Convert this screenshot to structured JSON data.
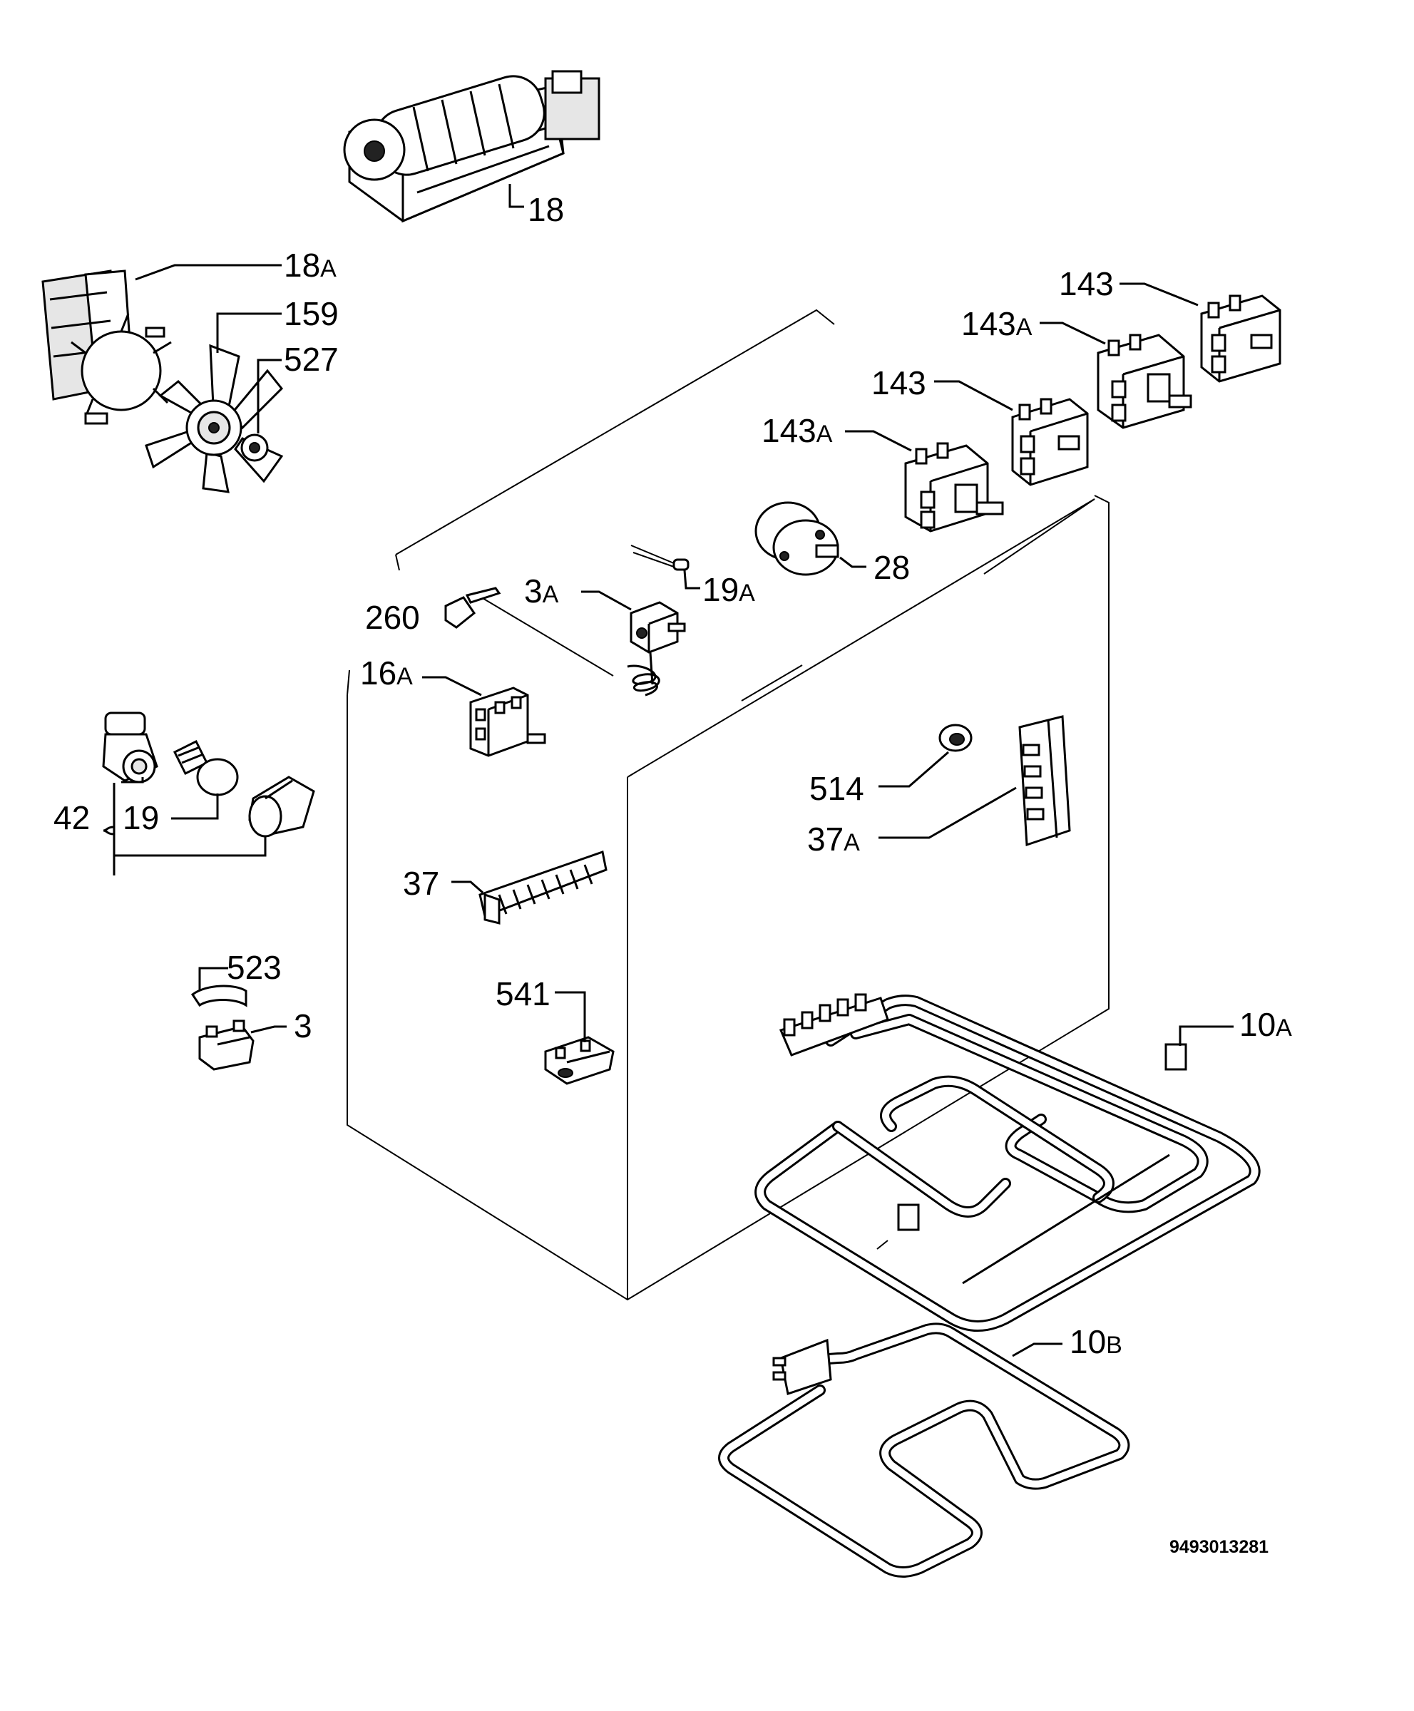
{
  "callouts": [
    {
      "id": "18",
      "num": "18",
      "suffix": ""
    },
    {
      "id": "18a",
      "num": "18",
      "suffix": "A"
    },
    {
      "id": "159",
      "num": "159",
      "suffix": ""
    },
    {
      "id": "527",
      "num": "527",
      "suffix": ""
    },
    {
      "id": "143-top",
      "num": "143",
      "suffix": ""
    },
    {
      "id": "143a-top",
      "num": "143",
      "suffix": "A"
    },
    {
      "id": "143-mid",
      "num": "143",
      "suffix": ""
    },
    {
      "id": "143a-low",
      "num": "143",
      "suffix": "A"
    },
    {
      "id": "28",
      "num": "28",
      "suffix": ""
    },
    {
      "id": "19a",
      "num": "19",
      "suffix": "A"
    },
    {
      "id": "3a",
      "num": "3",
      "suffix": "A"
    },
    {
      "id": "260",
      "num": "260",
      "suffix": ""
    },
    {
      "id": "16a",
      "num": "16",
      "suffix": "A"
    },
    {
      "id": "42",
      "num": "42",
      "suffix": ""
    },
    {
      "id": "19",
      "num": "19",
      "suffix": ""
    },
    {
      "id": "514",
      "num": "514",
      "suffix": ""
    },
    {
      "id": "37a",
      "num": "37",
      "suffix": "A"
    },
    {
      "id": "37",
      "num": "37",
      "suffix": ""
    },
    {
      "id": "523",
      "num": "523",
      "suffix": ""
    },
    {
      "id": "3",
      "num": "3",
      "suffix": ""
    },
    {
      "id": "541",
      "num": "541",
      "suffix": ""
    },
    {
      "id": "10a",
      "num": "10",
      "suffix": "A"
    },
    {
      "id": "10b",
      "num": "10",
      "suffix": "B"
    }
  ],
  "drawing_number": "9493013281"
}
